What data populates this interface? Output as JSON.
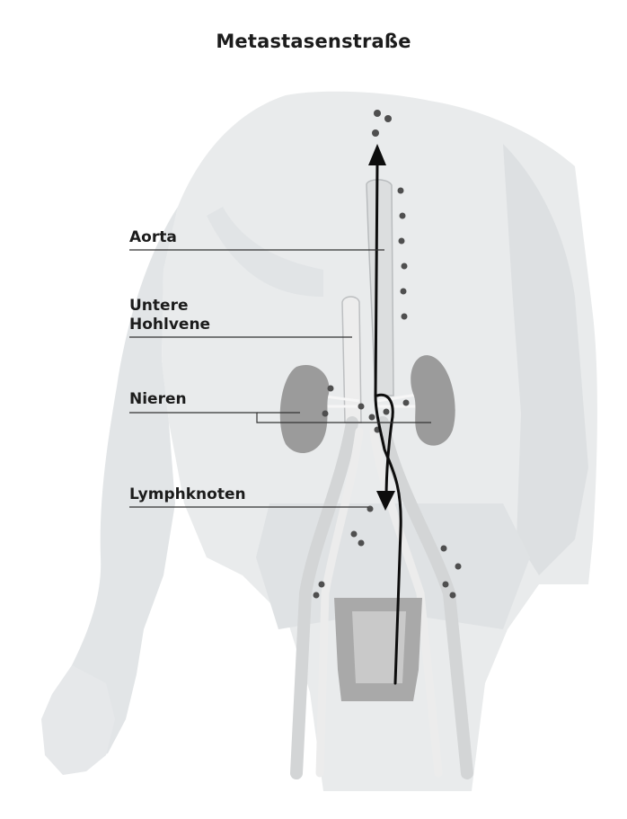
{
  "title": "Metastasenstraße",
  "labels": {
    "aorta": "Aorta",
    "vena_cava_line1": "Untere",
    "vena_cava_line2": "Hohlvene",
    "kidneys": "Nieren",
    "lymph_nodes": "Lymphknoten"
  },
  "colors": {
    "body": "#e9ebec",
    "body_shade": "#dcdfe1",
    "vessel": "#d9dbdc",
    "kidney": "#9b9b9b",
    "bladder": "#a6a6a6",
    "node": "#4f4f4f",
    "path": "#0d0d0d"
  }
}
